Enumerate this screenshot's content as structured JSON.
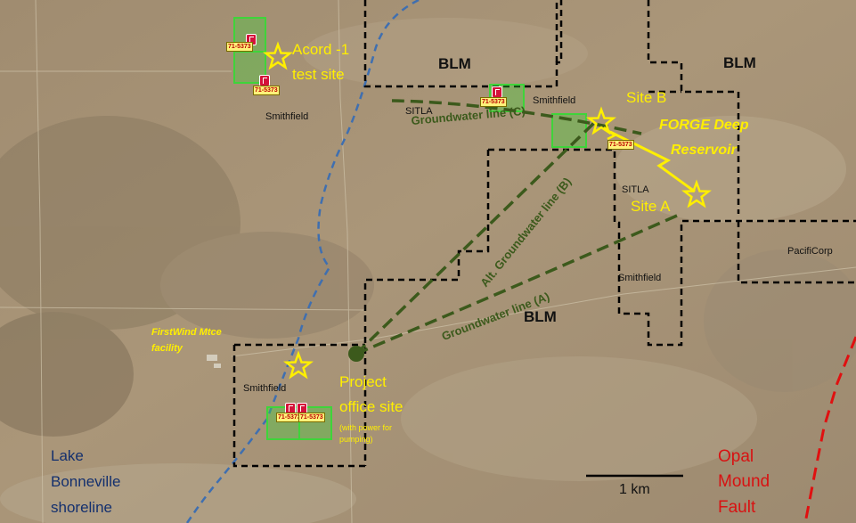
{
  "map": {
    "ownership_labels": {
      "blm_north": "BLM",
      "blm_northeast": "BLM",
      "blm_center": "BLM",
      "sitla_north": "SITLA",
      "sitla_center": "SITLA",
      "smithfield_nw": "Smithfield",
      "smithfield_ne": "Smithfield",
      "smithfield_center": "Smithfield",
      "smithfield_sw": "Smithfield",
      "pacificorp": "PacifiCorp"
    },
    "sites": {
      "acord_line1": "Acord -1",
      "acord_line2": "test site",
      "site_b": "Site B",
      "site_a": "Site A",
      "forge_line1": "FORGE Deep",
      "forge_line2": "Reservoir",
      "project_line1": "Project",
      "project_line2": "office site",
      "project_note1": "(with power for",
      "project_note2": "pumping)",
      "firstwind_line1": "FirstWind Mtce",
      "firstwind_line2": "facility"
    },
    "groundwater": {
      "line_c": "Groundwater line (C)",
      "line_b": "Alt. Groundwater line (B)",
      "line_a": "Groundwater line (A)"
    },
    "permits": {
      "label": "71-5373"
    },
    "features": {
      "shoreline_line1": "Lake",
      "shoreline_line2": "Bonneville",
      "shoreline_line3": "shoreline",
      "fault_line1": "Opal",
      "fault_line2": "Mound",
      "fault_line3": "Fault"
    },
    "scale_bar": {
      "label": "1 km"
    },
    "colors": {
      "terrain": "#a69277",
      "boundary": "#000000",
      "groundwater": "#3c5a1c",
      "shoreline": "#3f6fb0",
      "fault": "#e01010",
      "annotation": "#ffef00",
      "parcel": "#3fd43a",
      "shoreline_text": "#14306e",
      "fault_text": "#d81212"
    }
  }
}
